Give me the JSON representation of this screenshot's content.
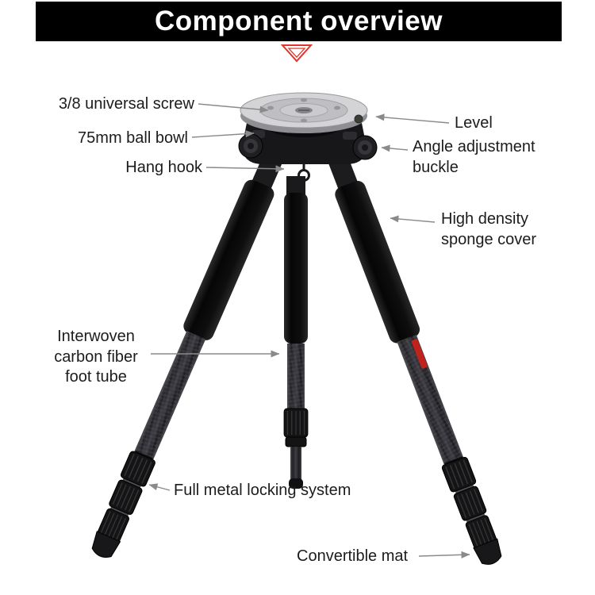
{
  "header": {
    "title": "Component overview"
  },
  "labels": {
    "universal_screw": "3/8 universal screw",
    "level": "Level",
    "ball_bowl": "75mm ball bowl",
    "angle_buckle": "Angle adjustment buckle",
    "hang_hook": "Hang hook",
    "sponge_cover": "High density sponge cover",
    "foot_tube": "Interwoven carbon fiber foot tube",
    "locking_system": "Full metal locking system",
    "convertible_mat": "Convertible mat"
  },
  "colors": {
    "banner_bg": "#000000",
    "banner_text": "#ffffff",
    "label_text": "#1c1c1c",
    "leader_line": "#8a8a8a",
    "accent_red": "#e0352b",
    "tripod_black": "#121214",
    "plate_silver": "#d4d4d6"
  },
  "icons": {
    "decorative_triangle": "red outlined down-triangle divider"
  }
}
